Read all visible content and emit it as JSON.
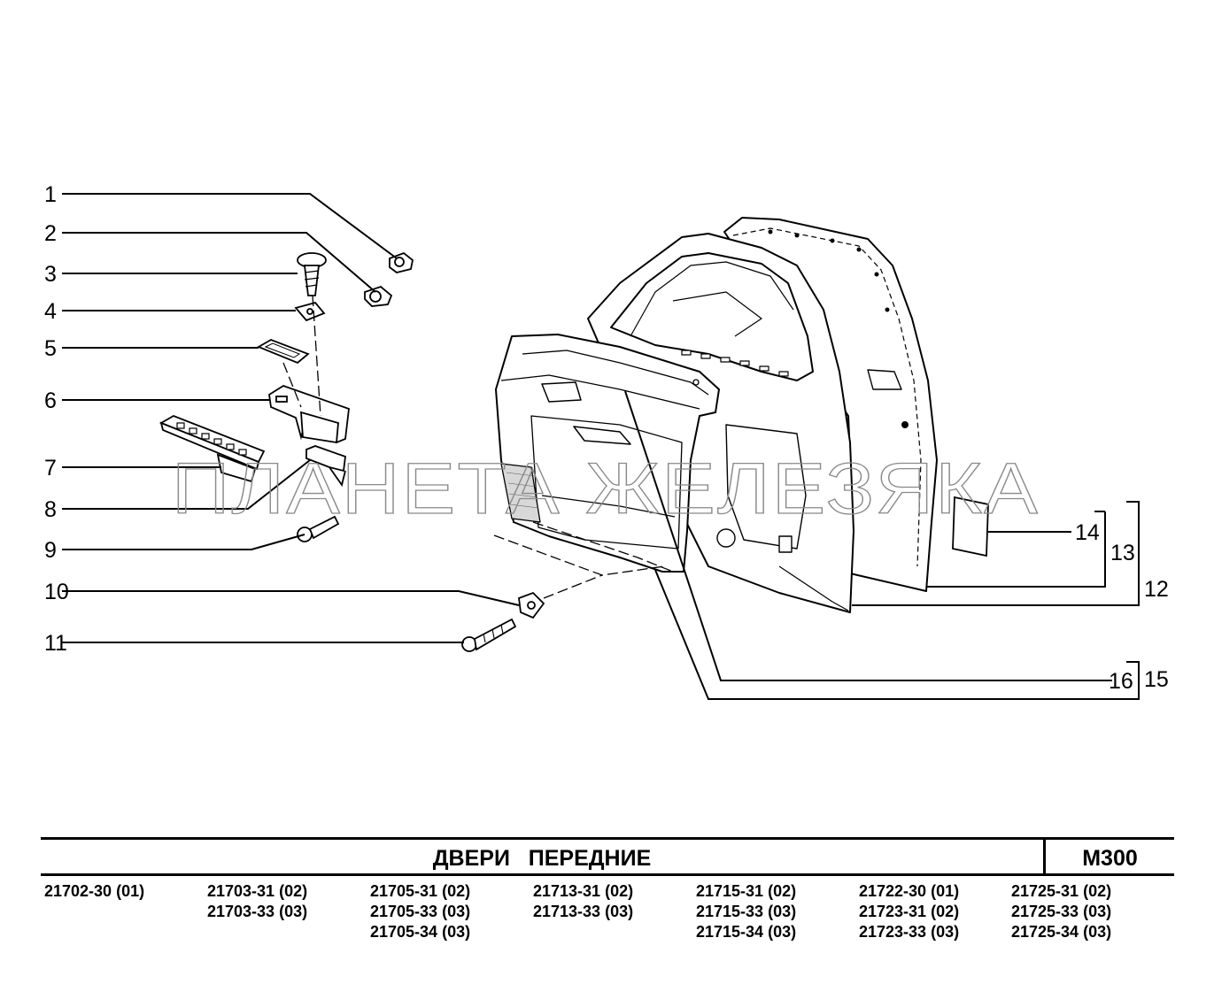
{
  "watermark": "ПЛАНЕТА ЖЕЛЕЗЯКА",
  "callouts": {
    "c1": "1",
    "c2": "2",
    "c3": "3",
    "c4": "4",
    "c5": "5",
    "c6": "6",
    "c7": "7",
    "c8": "8",
    "c9": "9",
    "c10": "10",
    "c11": "11",
    "c12": "12",
    "c13": "13",
    "c14": "14",
    "c15": "15",
    "c16": "16"
  },
  "title": {
    "name": "ДВЕРИ   ПЕРЕДНИЕ",
    "code": "М300"
  },
  "models": [
    [
      "21702-30 (01)"
    ],
    [
      "21703-31 (02)",
      "21703-33 (03)"
    ],
    [
      "21705-31 (02)",
      "21705-33 (03)",
      "21705-34 (03)"
    ],
    [
      "21713-31 (02)",
      "21713-33 (03)"
    ],
    [
      "21715-31 (02)",
      "21715-33 (03)",
      "21715-34 (03)"
    ],
    [
      "21722-30 (01)",
      "21723-31 (02)",
      "21723-33 (03)"
    ],
    [
      "21725-31 (02)",
      "21725-33 (03)",
      "21725-34 (03)"
    ]
  ]
}
